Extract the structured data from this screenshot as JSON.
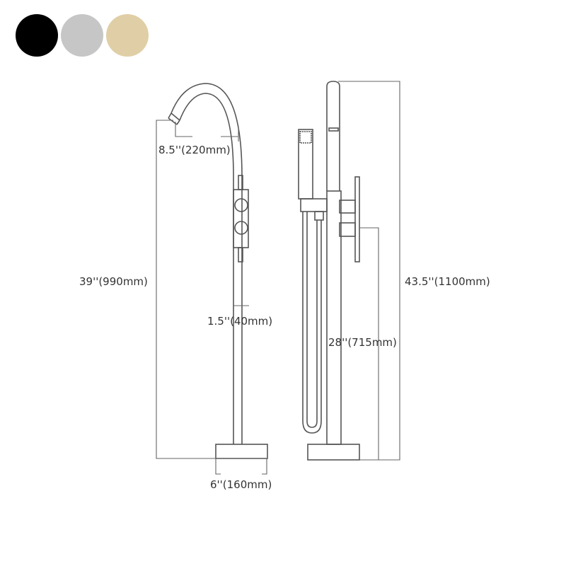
{
  "swatches": [
    {
      "name": "black",
      "color": "#000000"
    },
    {
      "name": "silver",
      "color": "#c6c6c6"
    },
    {
      "name": "gold",
      "color": "#e0cfa6"
    }
  ],
  "dimensions": {
    "spout_reach": "8.5''(220mm)",
    "spout_height": "39''(990mm)",
    "pipe_diameter": "1.5''(40mm)",
    "base_width": "6''(160mm)",
    "total_height": "43.5''(1100mm)",
    "handle_height": "28''(715mm)"
  }
}
